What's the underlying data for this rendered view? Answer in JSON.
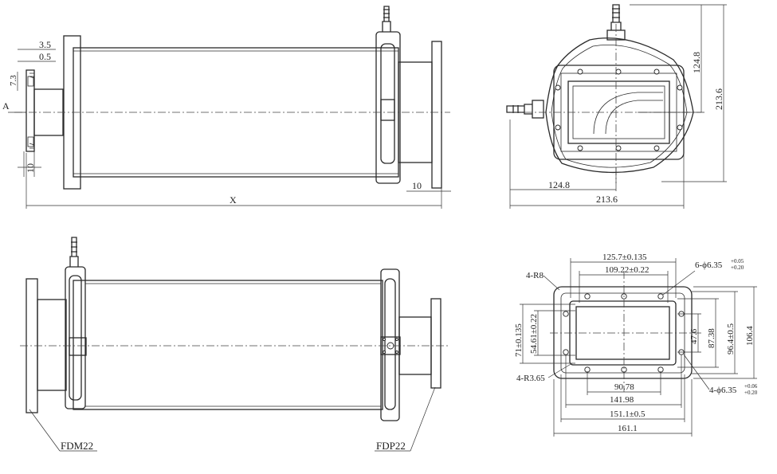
{
  "top_side_view": {
    "dims": {
      "d3_5": "3.5",
      "d0_5": "0.5",
      "d7_3": "7.3",
      "d10_left": "10",
      "x": "X",
      "d10_right": "10",
      "section_a": "A"
    }
  },
  "top_end_view": {
    "dims": {
      "w124_8": "124.8",
      "w213_6": "213.6",
      "h124_8": "124.8",
      "h213_6": "213.6"
    }
  },
  "bottom_side_view": {
    "labels": {
      "left_flange": "FDM22",
      "right_flange": "FDP22"
    }
  },
  "bottom_flange_view": {
    "dims": {
      "top1": "125.7±0.135",
      "top2": "109.22±0.22",
      "holes6": "6-ϕ6.35",
      "holes6_tol_up": "+0.05",
      "holes6_tol_dn": "+0.20",
      "r8": "4-R8",
      "left1": "71±0.135",
      "left2": "54.61±0.22",
      "r365": "4-R3.65",
      "right1": "47.6",
      "right2": "87.38",
      "right3": "96.4±0.5",
      "right4": "106.4",
      "holes4": "4-ϕ6.35",
      "holes4_tol_up": "+0.06",
      "holes4_tol_dn": "+0.20",
      "bot1": "90.78",
      "bot2": "141.98",
      "bot3": "151.1±0.5",
      "bot4": "161.1"
    }
  }
}
